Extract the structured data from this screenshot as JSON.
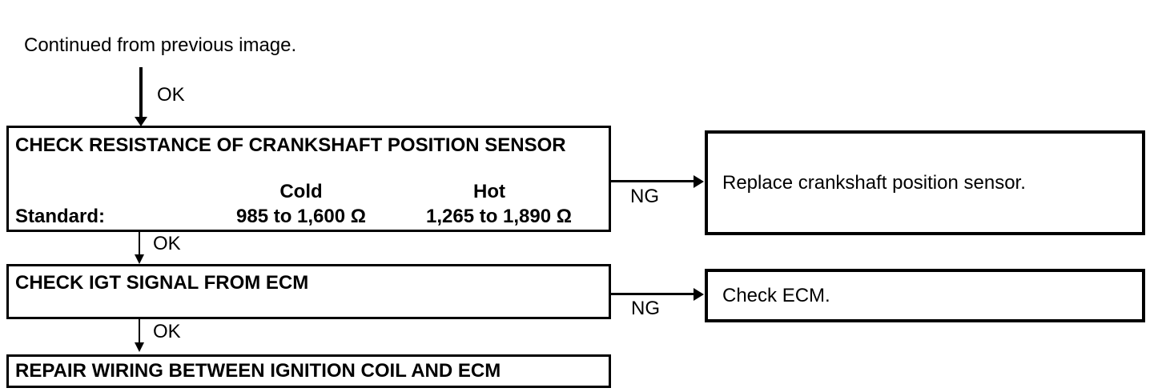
{
  "diagram": {
    "continued_text": "Continued from previous image.",
    "ok_label": "OK",
    "ng_label": "NG",
    "colors": {
      "ink": "#000000",
      "paper": "#ffffff"
    },
    "steps": {
      "check_resistance": {
        "title": "CHECK RESISTANCE OF CRANKSHAFT POSITION SENSOR",
        "standard_label": "Standard:",
        "cold_header": "Cold",
        "cold_value": "985 to 1,600 Ω",
        "hot_header": "Hot",
        "hot_value": "1,265 to 1,890 Ω",
        "ng_result": "Replace crankshaft position sensor."
      },
      "check_igt": {
        "title": "CHECK IGT SIGNAL FROM ECM",
        "ng_result": "Check ECM."
      },
      "repair_wiring": {
        "title": "REPAIR WIRING BETWEEN IGNITION COIL AND ECM"
      }
    }
  }
}
